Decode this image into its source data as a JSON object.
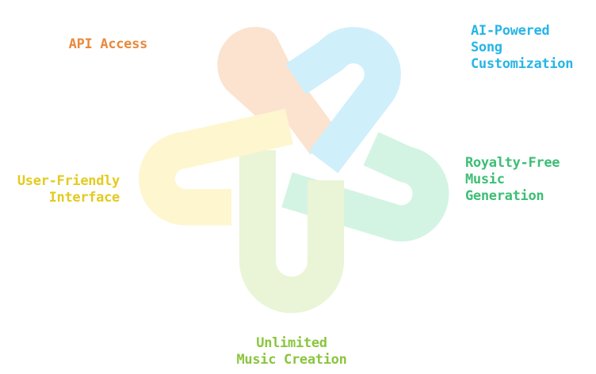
{
  "features": [
    {
      "id": "api",
      "lines": [
        "API Access"
      ],
      "color": "#E8893C",
      "fill": "#FCE3CF"
    },
    {
      "id": "ai",
      "lines": [
        "AI-Powered",
        "Song",
        "Customization"
      ],
      "color": "#27B5E6",
      "fill": "#CFEFFB"
    },
    {
      "id": "royalty",
      "lines": [
        "Royalty-Free",
        "Music",
        "Generation"
      ],
      "color": "#3DBE75",
      "fill": "#D4F4E3"
    },
    {
      "id": "unlimited",
      "lines": [
        "Unlimited",
        "Music Creation"
      ],
      "color": "#8BC53F",
      "fill": "#E9F5D6"
    },
    {
      "id": "user",
      "lines": [
        "User-Friendly",
        "Interface"
      ],
      "color": "#E3CB1F",
      "fill": "#FEF6CF"
    }
  ]
}
